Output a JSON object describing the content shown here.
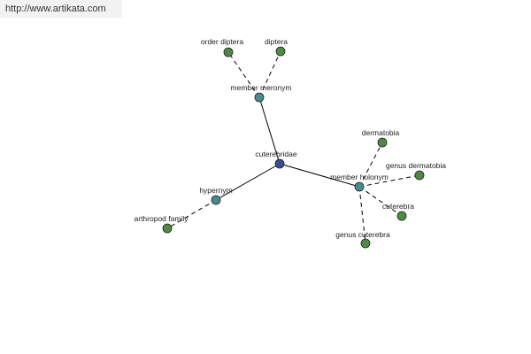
{
  "watermark": "http://www.artikata.com",
  "colors": {
    "center_node": "#3a4d8f",
    "relation_node": "#4a8a8c",
    "leaf_node": "#4f8a45",
    "edge": "#000000"
  },
  "nodes": {
    "center": "cuterebridae",
    "member_meronym": "member meronym",
    "hypernym": "hypernym",
    "member_holonym": "member holonym",
    "order_diptera": "order diptera",
    "diptera": "diptera",
    "arthropod_family": "arthropod family",
    "dermatobia": "dermatobia",
    "genus_dermatobia": "genus dermatobia",
    "cuterebra": "cuterebra",
    "genus_cuterebra": "genus cuterebra"
  }
}
